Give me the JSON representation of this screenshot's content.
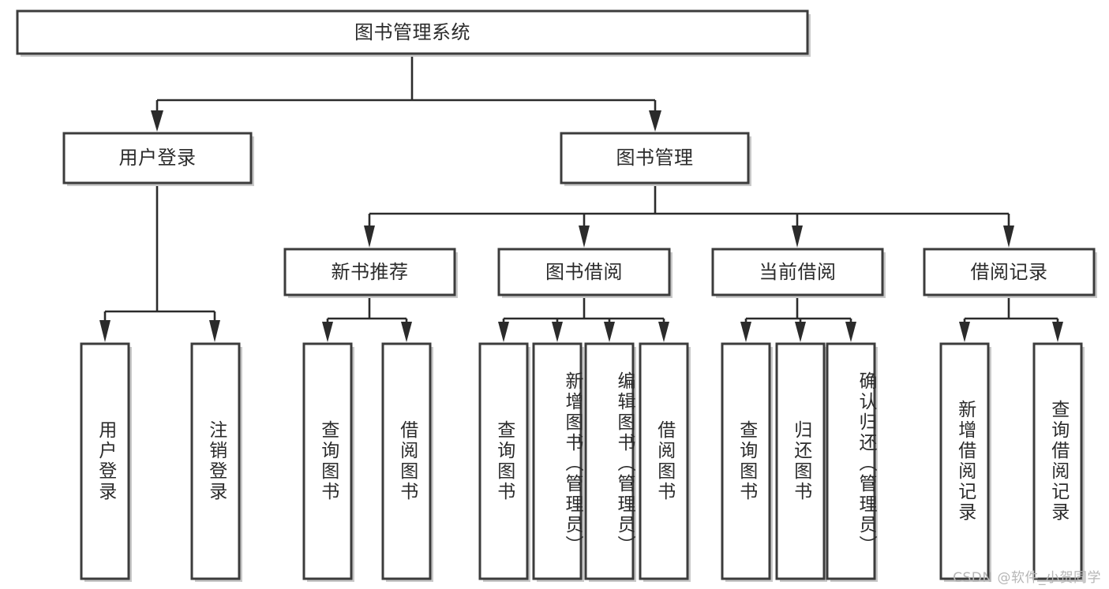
{
  "diagram": {
    "type": "tree-hierarchy-chart",
    "title": "图书管理系统",
    "background_color": "#ffffff",
    "box_stroke_color": "#3c3c3c",
    "text_color": "#2b2b2b",
    "connector_color": "#2b2b2b",
    "levels": 4,
    "nodes": {
      "root": {
        "label": "图书管理系统",
        "orientation": "horizontal"
      },
      "level2": [
        {
          "label": "用户登录",
          "orientation": "horizontal"
        },
        {
          "label": "图书管理",
          "orientation": "horizontal"
        }
      ],
      "level3": [
        {
          "label": "新书推荐",
          "orientation": "horizontal"
        },
        {
          "label": "图书借阅",
          "orientation": "horizontal"
        },
        {
          "label": "当前借阅",
          "orientation": "horizontal"
        },
        {
          "label": "借阅记录",
          "orientation": "horizontal"
        }
      ],
      "leaves_user_login": [
        {
          "label": "用户登录",
          "orientation": "vertical"
        },
        {
          "label": "注销登录",
          "orientation": "vertical"
        }
      ],
      "leaves_new_book": [
        {
          "label": "查询图书",
          "orientation": "vertical"
        },
        {
          "label": "借阅图书",
          "orientation": "vertical"
        }
      ],
      "leaves_book_borrow": [
        {
          "label": "查询图书",
          "orientation": "vertical"
        },
        {
          "label": "新增图书（管理员）",
          "orientation": "vertical"
        },
        {
          "label": "编辑图书（管理员）",
          "orientation": "vertical"
        },
        {
          "label": "借阅图书",
          "orientation": "vertical"
        }
      ],
      "leaves_current_borrow": [
        {
          "label": "查询图书",
          "orientation": "vertical"
        },
        {
          "label": "归还图书",
          "orientation": "vertical"
        },
        {
          "label": "确认归还（管理员）",
          "orientation": "vertical"
        }
      ],
      "leaves_borrow_record": [
        {
          "label": "新增借阅记录",
          "orientation": "vertical"
        },
        {
          "label": "查询借阅记录",
          "orientation": "vertical"
        }
      ]
    }
  },
  "watermark": {
    "text": "CSDN @软件_小贺同学",
    "color": "#b6b6b6"
  }
}
